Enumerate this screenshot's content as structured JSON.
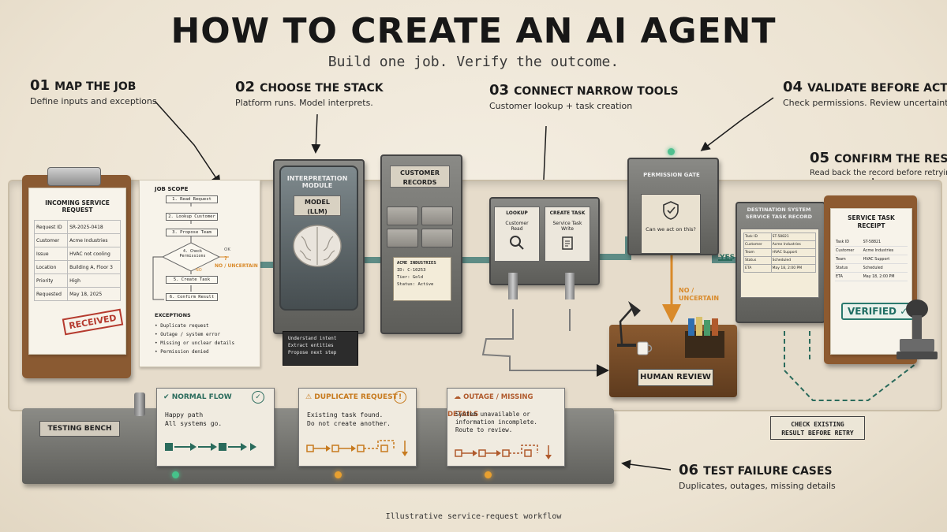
{
  "title": "HOW TO CREATE AN AI AGENT",
  "subtitle": "Build one job. Verify the outcome.",
  "steps": [
    {
      "num": "01",
      "title": "MAP THE JOB",
      "desc": "Define inputs and exceptions"
    },
    {
      "num": "02",
      "title": "CHOOSE THE STACK",
      "desc": "Platform runs. Model interprets."
    },
    {
      "num": "03",
      "title": "CONNECT NARROW TOOLS",
      "desc": "Customer lookup + task creation"
    },
    {
      "num": "04",
      "title": "VALIDATE BEFORE ACTING",
      "desc": "Check permissions. Review uncertainty."
    },
    {
      "num": "05",
      "title": "CONFIRM THE RESULT",
      "desc": "Read back the record before retrying."
    },
    {
      "num": "06",
      "title": "TEST FAILURE CASES",
      "desc": "Duplicates, outages, missing details"
    }
  ],
  "request": {
    "title": "INCOMING SERVICE REQUEST",
    "rows": [
      [
        "Request ID",
        "SR-2025-0418"
      ],
      [
        "Customer",
        "Acme Industries"
      ],
      [
        "Issue",
        "HVAC not cooling"
      ],
      [
        "Location",
        "Building A, Floor 3"
      ],
      [
        "Priority",
        "High"
      ],
      [
        "Requested",
        "May 18, 2025"
      ]
    ],
    "stamp": "RECEIVED"
  },
  "scope": {
    "title": "JOB SCOPE",
    "flow": [
      "1. Read Request",
      "2. Lookup Customer",
      "3. Propose Team",
      "4. Check Permissions",
      "5. Create Task",
      "6. Confirm Result"
    ],
    "ok": "OK",
    "no": "NO / UNCERTAIN",
    "question": "?",
    "no_short": "NO",
    "exceptions_title": "EXCEPTIONS",
    "exceptions": [
      "Duplicate request",
      "Outage / system error",
      "Missing or unclear details",
      "Permission denied"
    ]
  },
  "interp": {
    "label": "INTERPRETATION MODULE",
    "model": "MODEL (LLM)",
    "notes": [
      "Understand intent",
      "Extract entities",
      "Propose next step"
    ]
  },
  "records": {
    "label": "CUSTOMER RECORDS",
    "card_title": "ACME INDUSTRIES",
    "card_lines": [
      "ID: C-10253",
      "Tier: Gold",
      "Status: Active"
    ]
  },
  "tools": [
    {
      "name": "LOOKUP",
      "line1": "Customer",
      "line2": "Read"
    },
    {
      "name": "CREATE TASK",
      "line1": "Service Task",
      "line2": "Write"
    }
  ],
  "gate": {
    "label": "PERMISSION GATE",
    "question": "Can we act on this?",
    "yes": "YES",
    "no": "NO /",
    "no2": "UNCERTAIN"
  },
  "dest": {
    "label": "DESTINATION SYSTEM",
    "label2": "SERVICE TASK RECORD",
    "rows": [
      [
        "Task ID",
        "ST-58821"
      ],
      [
        "Customer",
        "Acme Industries"
      ],
      [
        "Team",
        "HVAC Support"
      ],
      [
        "Status",
        "Scheduled"
      ],
      [
        "ETA",
        "May 18, 2:00 PM"
      ]
    ]
  },
  "receipt": {
    "title": "SERVICE TASK RECEIPT",
    "rows": [
      [
        "Task ID",
        "ST-58821"
      ],
      [
        "Customer",
        "Acme Industries"
      ],
      [
        "Team",
        "HVAC Support"
      ],
      [
        "Status",
        "Scheduled"
      ],
      [
        "ETA",
        "May 18, 2:00 PM"
      ]
    ],
    "stamp": "VERIFIED"
  },
  "human_review": "HUMAN REVIEW",
  "check_existing": [
    "CHECK EXISTING",
    "RESULT BEFORE RETRY"
  ],
  "bench_label": "TESTING BENCH",
  "tests": [
    {
      "title": "NORMAL FLOW",
      "lines": [
        "Happy path",
        "All systems go."
      ],
      "color": "#2a6b5c"
    },
    {
      "title": "DUPLICATE REQUEST",
      "lines": [
        "Existing task found.",
        "Do not create another."
      ],
      "color": "#c77a1e"
    },
    {
      "title": "OUTAGE / MISSING DETAILS",
      "lines": [
        "System unavailable or",
        "information incomplete.",
        "Route to review."
      ],
      "color": "#b05a2c"
    }
  ],
  "footer": "Illustrative service-request workflow"
}
